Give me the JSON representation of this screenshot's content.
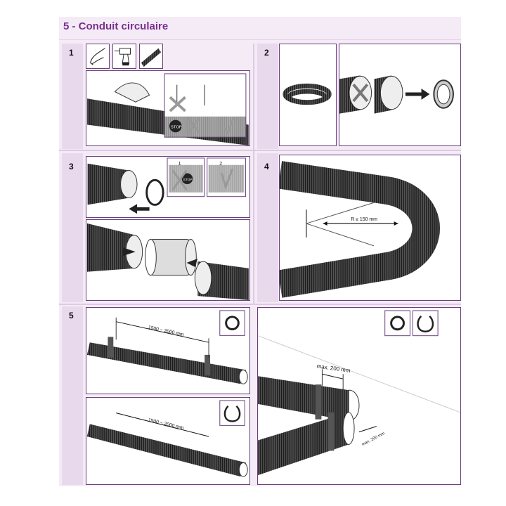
{
  "section_title": "5 - Conduit circulaire",
  "steps": [
    {
      "number": "1",
      "icons": [
        "hand-cutter-icon",
        "drill-icon",
        "pipe-icon"
      ],
      "stop_label": "STOP"
    },
    {
      "number": "2"
    },
    {
      "number": "3",
      "stop_label": "STOP",
      "sub_labels": [
        "1",
        "2"
      ]
    },
    {
      "number": "4",
      "radius_label": "R ≥ 150 mm"
    },
    {
      "number": "5",
      "spacing_label": "1500 ~ 2000 mm",
      "max_label_1": "max. 200 mm",
      "max_label_2": "max. 200 mm",
      "icons": [
        "clamp-tape-icon",
        "clip-ring-icon"
      ]
    }
  ],
  "colors": {
    "accent": "#7a2f8c",
    "background": "#f4ebf6",
    "border": "#6b3f7c"
  }
}
